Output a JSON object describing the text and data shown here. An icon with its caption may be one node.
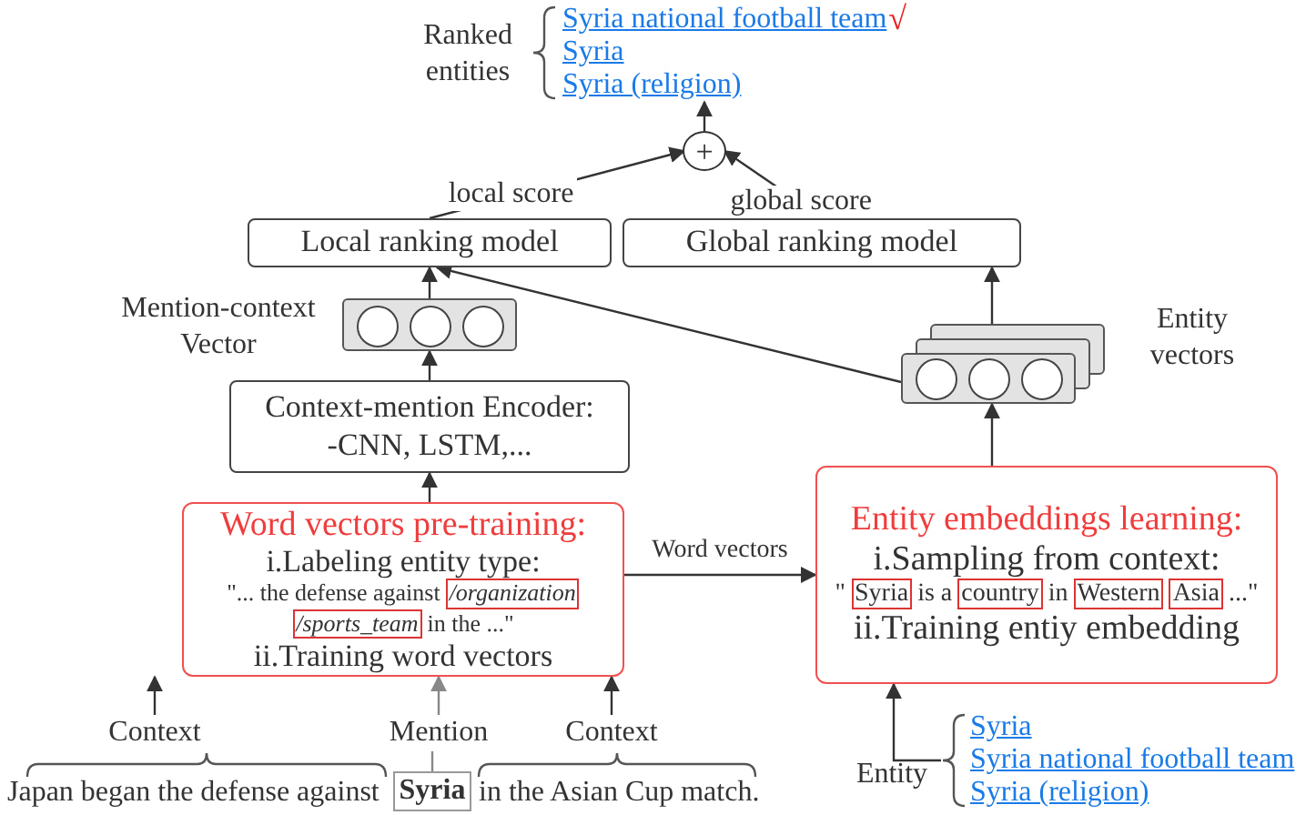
{
  "diagram": {
    "nodes": [
      {
        "text": [
          "Syria national football team",
          "Syria",
          "Syria (religion)"
        ],
        "beside": [
          "Ranked entities",
          "√"
        ]
      },
      {
        "text": [
          "+"
        ]
      },
      {
        "text": [
          "Local ranking model"
        ]
      },
      {
        "text": [
          "Global ranking model"
        ]
      },
      {
        "text": [],
        "shape": "box",
        "beside": [
          "Mention-context Vector"
        ]
      },
      {
        "text": [
          "Context-mention Encoder:",
          "-CNN, LSTM,..."
        ]
      },
      {
        "text": [],
        "shape": "box",
        "beside": [
          "Entity vectors"
        ]
      },
      {
        "text": [
          "Word vectors pre-training:",
          "i.Labeling entity type:",
          "\"... the defense against",
          "in the ...\"",
          "ii.Training word vectors"
        ]
      },
      {
        "text": [
          "/organization"
        ],
        "in": 7
      },
      {
        "text": [
          "/sports_team"
        ],
        "in": 7
      },
      {
        "text": [
          "Entity embeddings learning:",
          "i.Sampling from context:",
          "\"",
          "is a",
          "in",
          "...\"",
          "ii.Training entiy embedding"
        ]
      },
      {
        "text": [
          "Syria"
        ],
        "in": 10
      },
      {
        "text": [
          "country"
        ],
        "in": 10
      },
      {
        "text": [
          "Western"
        ],
        "in": 10
      },
      {
        "text": [
          "Asia"
        ],
        "in": 10
      },
      {
        "text": [
          "Context"
        ]
      },
      {
        "text": [
          "Mention"
        ]
      },
      {
        "text": [
          "Context"
        ]
      },
      {
        "text": [
          "Syria"
        ]
      },
      {
        "text": [
          "Syria",
          "Syria national football team",
          "Syria (religion)"
        ],
        "beside": [
          "Entity"
        ]
      }
    ],
    "edges": [
      {
        "from": 1,
        "to": 0,
        "arrow": "to"
      },
      {
        "from": 2,
        "to": 1,
        "arrow": "to",
        "label": "local score"
      },
      {
        "from": 3,
        "to": 1,
        "arrow": "to",
        "label": "global score"
      },
      {
        "from": 4,
        "to": 2,
        "arrow": "to"
      },
      {
        "from": 5,
        "to": 4,
        "arrow": "to"
      },
      {
        "from": 7,
        "to": 5,
        "arrow": "to"
      },
      {
        "from": 6,
        "to": 2,
        "arrow": "to"
      },
      {
        "from": 6,
        "to": 3,
        "arrow": "to"
      },
      {
        "from": 10,
        "to": 6,
        "arrow": "to"
      },
      {
        "from": 7,
        "to": 10,
        "arrow": "to",
        "label": "Word vectors"
      },
      {
        "from": 15,
        "to": 7,
        "arrow": "to"
      },
      {
        "from": 16,
        "to": 7,
        "arrow": "to",
        "color": "#888888"
      },
      {
        "from": 17,
        "to": 7,
        "arrow": "to"
      },
      {
        "from": 18,
        "to": 16,
        "arrow": "none",
        "color": "#888888"
      },
      {
        "from": 19,
        "to": 10,
        "arrow": "to"
      }
    ],
    "labels": [
      "Japan began the defense against",
      "in the Asian Cup match."
    ]
  }
}
